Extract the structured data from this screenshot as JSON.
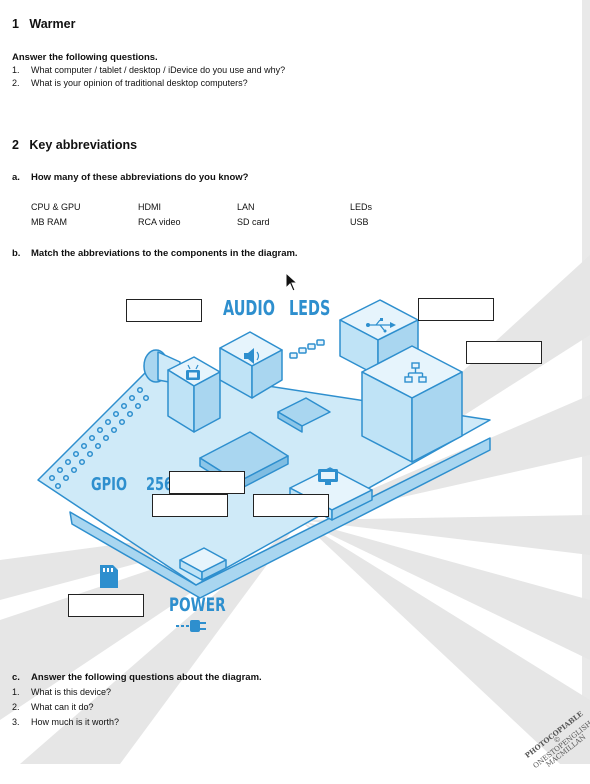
{
  "section1": {
    "number": "1",
    "title": "Warmer",
    "instruction": "Answer the following questions.",
    "questions": [
      {
        "num": "1.",
        "text": "What computer / tablet / desktop / iDevice do you use and why?"
      },
      {
        "num": "2.",
        "text": "What is your opinion of traditional desktop computers?"
      }
    ]
  },
  "section2": {
    "number": "2",
    "title": "Key abbreviations",
    "part_a": {
      "letter": "a.",
      "text": "How many of these abbreviations do you know?"
    },
    "abbreviations": [
      [
        "CPU & GPU",
        "HDMI",
        "LAN",
        "LEDs"
      ],
      [
        "MB RAM",
        "RCA video",
        "SD card",
        "USB"
      ]
    ],
    "part_b": {
      "letter": "b.",
      "text": "Match the abbreviations to the components in the diagram."
    }
  },
  "diagram": {
    "labels": {
      "audio": "AUDIO",
      "leds": "LEDS",
      "gpio": "GPIO",
      "ram": "256",
      "power": "POWER"
    },
    "icons": [
      "usb-icon",
      "network-icon",
      "tv-icon",
      "speaker-icon",
      "monitor-icon",
      "sd-card-icon",
      "power-plug-icon"
    ],
    "colors": {
      "board_fill": "#cfeaf8",
      "board_stroke": "#2e8fce",
      "accent": "#2e8fce"
    }
  },
  "part_c": {
    "letter": "c.",
    "text": "Answer the following questions about the diagram.",
    "questions": [
      {
        "num": "1.",
        "text": "What is this device?"
      },
      {
        "num": "2.",
        "text": "What can it do?"
      },
      {
        "num": "3.",
        "text": "How much is it worth?"
      }
    ]
  },
  "stamp": {
    "line1": "PHOTOCOPIABLE",
    "line2": "© ONESTOPENGLISH",
    "line3": "MACMILLAN"
  }
}
